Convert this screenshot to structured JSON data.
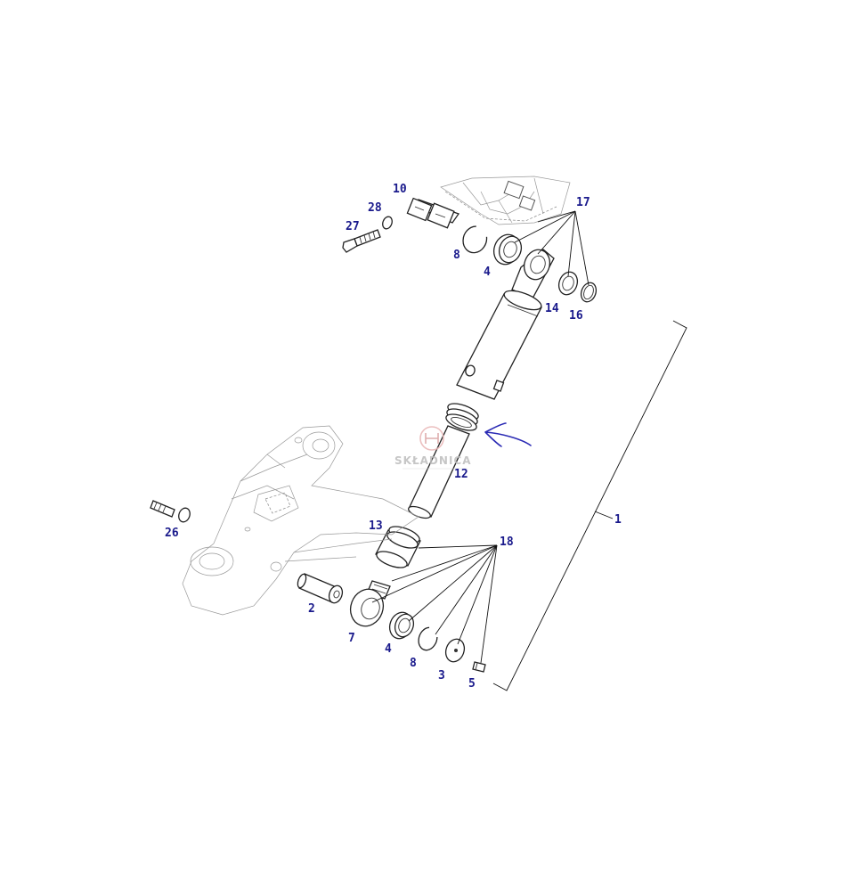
{
  "callouts": {
    "c1": "1",
    "c2": "2",
    "c3": "3",
    "c4a": "4",
    "c4b": "4",
    "c5": "5",
    "c7": "7",
    "c8a": "8",
    "c8b": "8",
    "c10": "10",
    "c12": "12",
    "c13": "13",
    "c14": "14",
    "c16": "16",
    "c17": "17",
    "c18": "18",
    "c26": "26",
    "c27": "27",
    "c28": "28"
  },
  "watermark": {
    "brand": "SKŁADNICA"
  },
  "colors": {
    "callout": "#1a1a8c",
    "annotation_arrow": "#2a2ab4"
  }
}
